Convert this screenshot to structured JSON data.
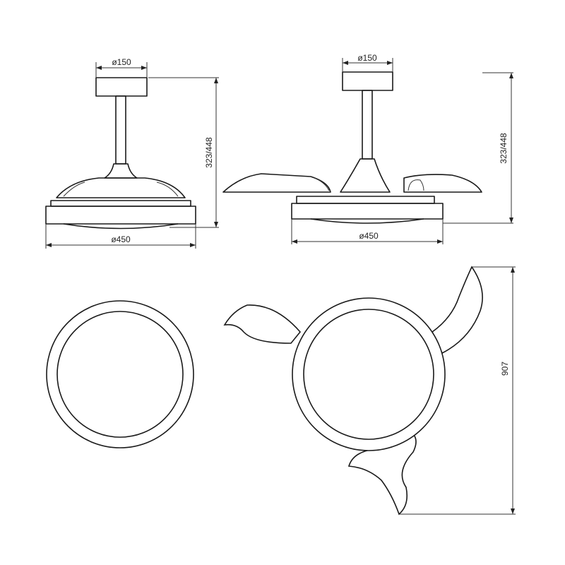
{
  "title": "Ceiling fan with retractable blades - dimension drawing",
  "views": {
    "side_closed": {
      "top_diameter": "ø150",
      "bottom_diameter": "ø450",
      "height": "323/448"
    },
    "side_open": {
      "top_diameter": "ø150",
      "bottom_diameter": "ø450",
      "height": "323/448"
    },
    "plan_closed": {},
    "plan_open": {
      "span": "907"
    }
  },
  "colors": {
    "line": "#1a1a1a",
    "background": "#ffffff"
  }
}
